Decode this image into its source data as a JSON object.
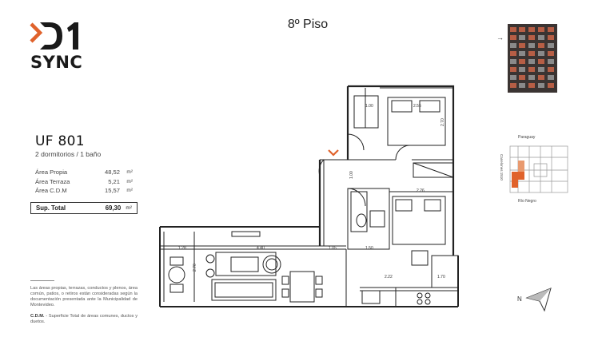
{
  "brand": {
    "wordmark": "SYNC",
    "accent_color": "#e0622b",
    "dark_color": "#1a1a1a"
  },
  "header": {
    "title": "8º Piso"
  },
  "unit": {
    "code": "UF 801",
    "description": "2 dormitorios / 1 baño",
    "areas": [
      {
        "label": "Área Propia",
        "value": "48,52",
        "unit": "m²"
      },
      {
        "label": "Área Terraza",
        "value": "5,21",
        "unit": "m²"
      },
      {
        "label": "Área C.D.M",
        "value": "15,57",
        "unit": "m²"
      }
    ],
    "total": {
      "label": "Sup. Total",
      "value": "69,30",
      "unit": "m²"
    }
  },
  "notes": {
    "disclaimer": "Las áreas propias, terrazas, conductos y plenos, área común, patios, o retiros están consideradas según la documentación presentada ante la Municipalidad de Montevideo.",
    "cdm_term": "C.D.M.",
    "cdm_text": " - Superficie Total de áreas comunes, ductos y duetos."
  },
  "plan": {
    "dimensions": [
      "1.00",
      "2.55",
      "2.70",
      "1.00",
      "2.26",
      "1.28",
      "4.40",
      "1.05",
      "1.50",
      "2.70",
      "2.22",
      "1.70"
    ],
    "entry_marker_color": "#e0622b"
  },
  "keyplan": {
    "street_top": "Paraguay",
    "street_left": "Canelones 1510",
    "street_bottom": "Río Negro",
    "highlight_color": "#e0622b"
  },
  "compass": {
    "label": "N"
  }
}
